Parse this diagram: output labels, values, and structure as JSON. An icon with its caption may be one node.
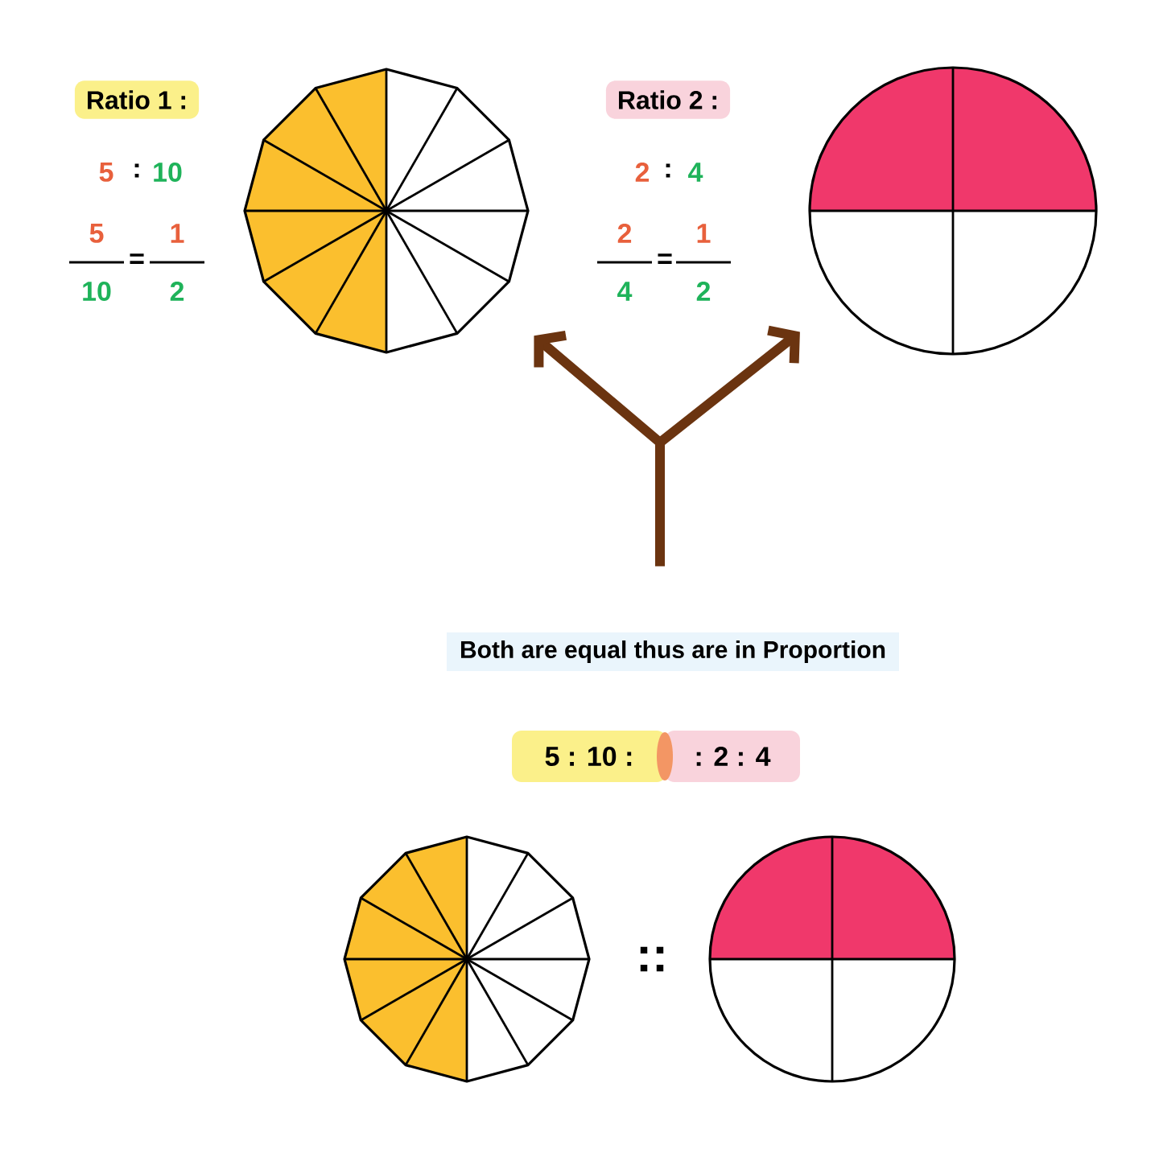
{
  "diagram": {
    "nodes": [
      {
        "text": [
          "Ratio 1 :"
        ]
      },
      {
        "text": [],
        "shape": "polygon"
      },
      {
        "text": [
          "Ratio 2 :"
        ]
      },
      {
        "text": [],
        "shape": "circle"
      },
      {
        "text": [
          "Both are equal thus are in Proportion"
        ]
      },
      {
        "text": [
          "5 : 10 :"
        ]
      },
      {
        "text": [
          ": 2 : 4"
        ]
      },
      {
        "text": [],
        "shape": "polygon"
      },
      {
        "text": [],
        "shape": "circle"
      }
    ],
    "edges": [
      {
        "from": 4,
        "to": 1,
        "arrow": "to"
      },
      {
        "from": 4,
        "to": 3,
        "arrow": "to"
      }
    ],
    "labels": [
      "5",
      ":",
      "10",
      "5",
      "1",
      "=",
      "10",
      "2",
      "2",
      ":",
      "4",
      "2",
      "1",
      "=",
      "4",
      "2",
      "::"
    ]
  }
}
